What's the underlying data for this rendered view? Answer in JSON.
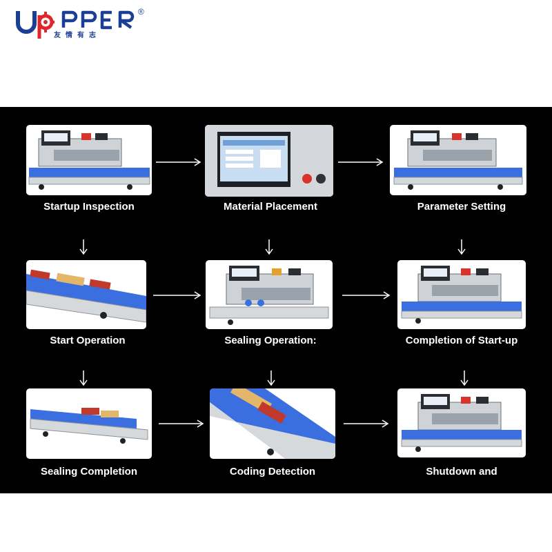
{
  "brand": {
    "name": "UPPER",
    "registered": "®",
    "chinese": "友情有志",
    "colors": {
      "blue": "#1b3f94",
      "red": "#e0262b"
    }
  },
  "panel": {
    "background": "#000000",
    "label_color": "#ffffff"
  },
  "steps": [
    {
      "label": "Startup Inspection",
      "image": "sealing-machine"
    },
    {
      "label": "Material Placement",
      "image": "control-panel"
    },
    {
      "label": "Parameter Setting",
      "image": "sealing-machine"
    },
    {
      "label": "Start Operation",
      "image": "conveyor-with-bags"
    },
    {
      "label": "Sealing Operation:",
      "image": "sealing-machine-wide"
    },
    {
      "label": "Completion of Start-up",
      "image": "sealing-machine"
    },
    {
      "label": "Sealing Completion",
      "image": "conveyor-with-bags"
    },
    {
      "label": "Coding Detection",
      "image": "conveyor-closeup"
    },
    {
      "label": "Shutdown and",
      "image": "sealing-machine"
    }
  ]
}
